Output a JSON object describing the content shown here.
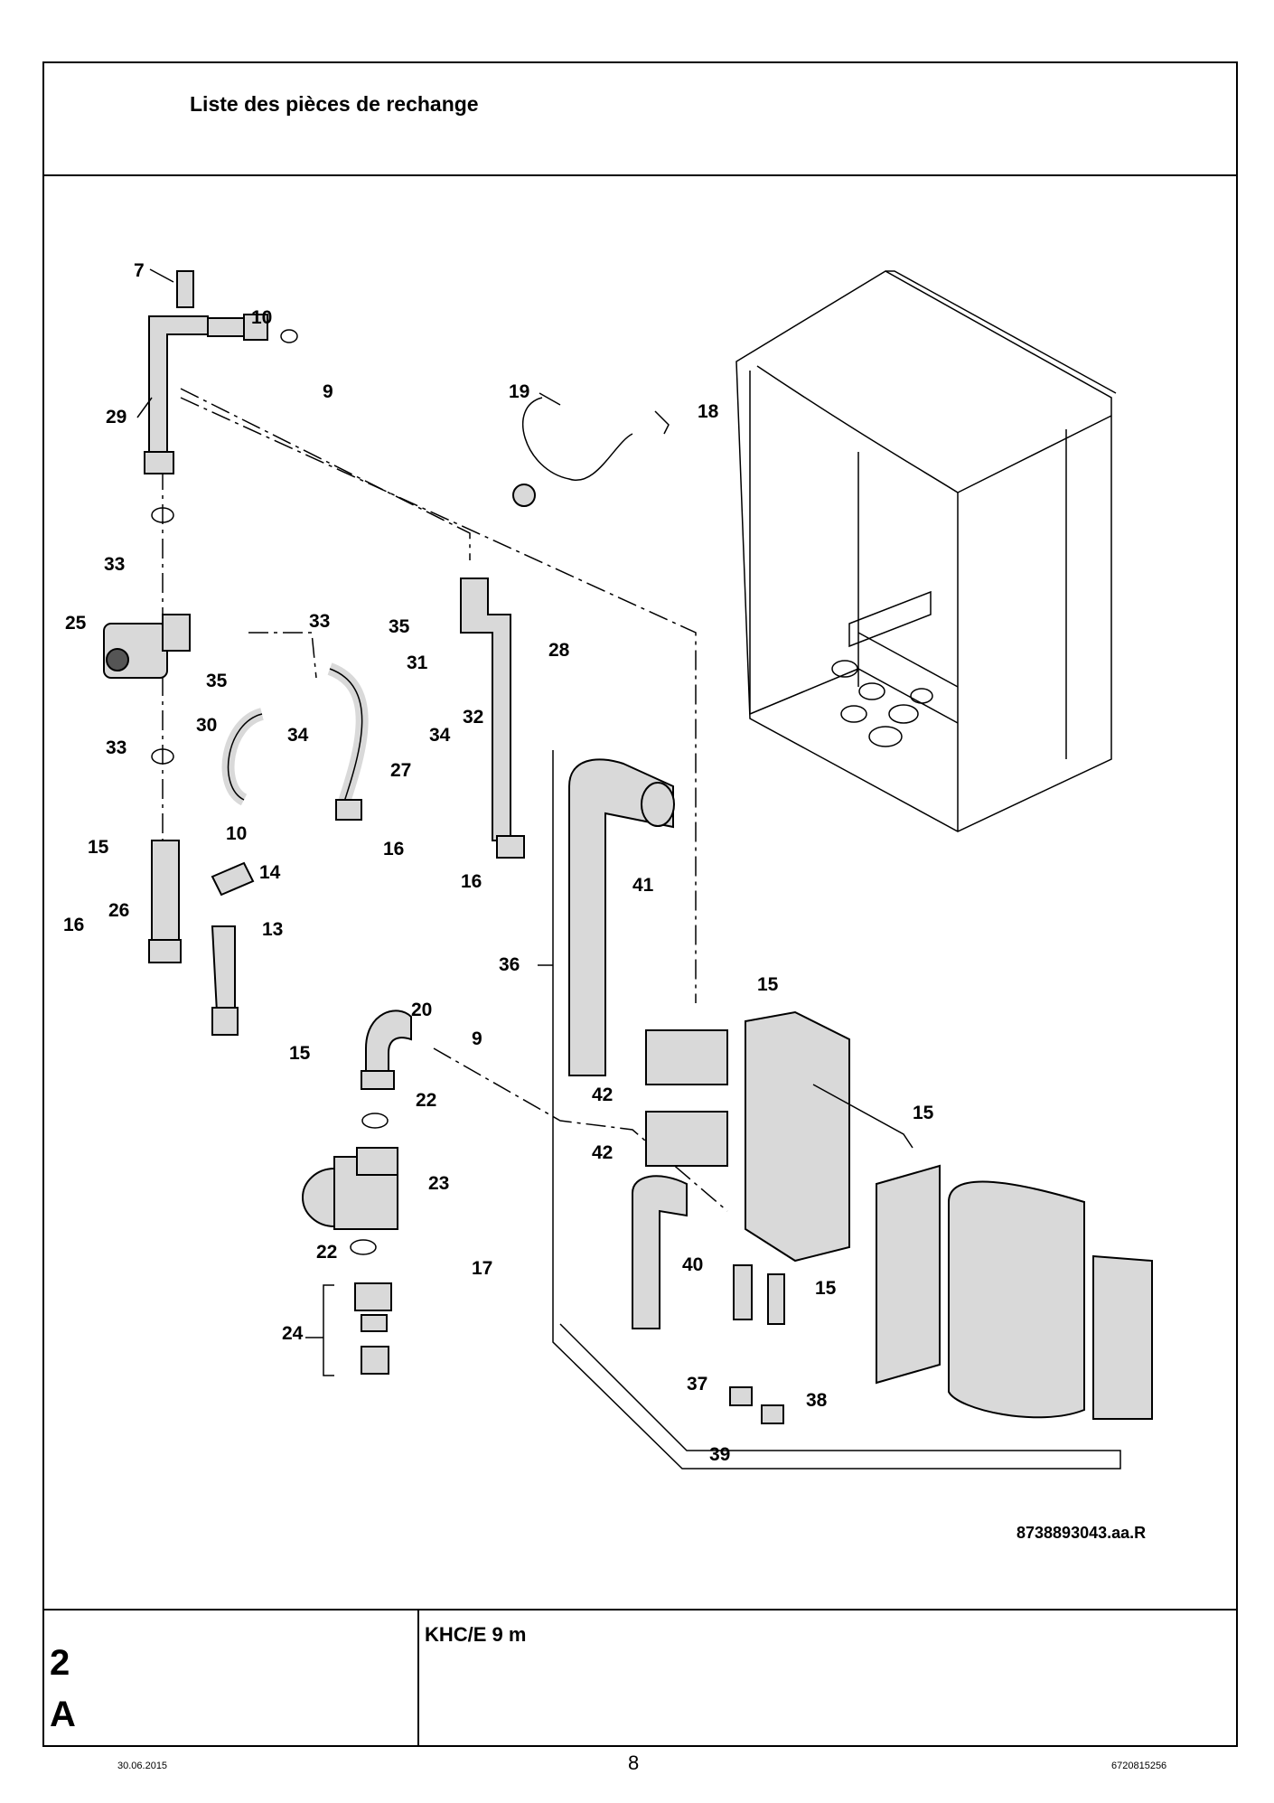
{
  "header": {
    "title": "Liste des pièces de rechange"
  },
  "figure": {
    "reference": "8738893043.aa.R",
    "callouts": [
      {
        "id": "c7",
        "text": "7"
      },
      {
        "id": "c10a",
        "text": "10"
      },
      {
        "id": "c9a",
        "text": "9"
      },
      {
        "id": "c29",
        "text": "29"
      },
      {
        "id": "c19",
        "text": "19"
      },
      {
        "id": "c18",
        "text": "18"
      },
      {
        "id": "c33a",
        "text": "33"
      },
      {
        "id": "c25",
        "text": "25"
      },
      {
        "id": "c33b",
        "text": "33"
      },
      {
        "id": "c35a",
        "text": "35"
      },
      {
        "id": "c28",
        "text": "28"
      },
      {
        "id": "c31",
        "text": "31"
      },
      {
        "id": "c35b",
        "text": "35"
      },
      {
        "id": "c32",
        "text": "32"
      },
      {
        "id": "c30",
        "text": "30"
      },
      {
        "id": "c34a",
        "text": "34"
      },
      {
        "id": "c34b",
        "text": "34"
      },
      {
        "id": "c33c",
        "text": "33"
      },
      {
        "id": "c27",
        "text": "27"
      },
      {
        "id": "c16a",
        "text": "16"
      },
      {
        "id": "c15a",
        "text": "15"
      },
      {
        "id": "c10b",
        "text": "10"
      },
      {
        "id": "c16b",
        "text": "16"
      },
      {
        "id": "c14",
        "text": "14"
      },
      {
        "id": "c26",
        "text": "26"
      },
      {
        "id": "c16c",
        "text": "16"
      },
      {
        "id": "c13",
        "text": "13"
      },
      {
        "id": "c41",
        "text": "41"
      },
      {
        "id": "c36",
        "text": "36"
      },
      {
        "id": "c15b",
        "text": "15"
      },
      {
        "id": "c20",
        "text": "20"
      },
      {
        "id": "c15c",
        "text": "15"
      },
      {
        "id": "c9b",
        "text": "9"
      },
      {
        "id": "c22a",
        "text": "22"
      },
      {
        "id": "c42a",
        "text": "42"
      },
      {
        "id": "c15d",
        "text": "15"
      },
      {
        "id": "c42b",
        "text": "42"
      },
      {
        "id": "c23",
        "text": "23"
      },
      {
        "id": "c40",
        "text": "40"
      },
      {
        "id": "c22b",
        "text": "22"
      },
      {
        "id": "c17",
        "text": "17"
      },
      {
        "id": "c15e",
        "text": "15"
      },
      {
        "id": "c24",
        "text": "24"
      },
      {
        "id": "c37",
        "text": "37"
      },
      {
        "id": "c38",
        "text": "38"
      },
      {
        "id": "c39",
        "text": "39"
      }
    ]
  },
  "footer_block": {
    "section_number": "2",
    "section_letter": "A",
    "model": "KHC/E 9 m"
  },
  "footer": {
    "date": "30.06.2015",
    "page": "8",
    "doc_number": "6720815256"
  }
}
